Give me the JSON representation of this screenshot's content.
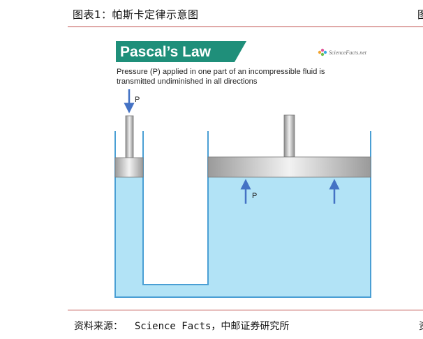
{
  "caption": "图表1：帕斯卡定律示意图",
  "source": "资料来源：  Science Facts，中邮证券研究所",
  "edge_glyph_top": "图",
  "edge_glyph_bottom": "资",
  "figure": {
    "title": "Pascal’s Law",
    "brand": "ScienceFacts.net",
    "description_line1": "Pressure (P) applied in one part of an incompressible fluid is",
    "description_line2": "transmitted undiminished in all directions",
    "pressure_label_small": "P",
    "pressure_label_large": "P"
  },
  "colors": {
    "title_banner": "#1f8f7a",
    "fluid": "#b2e3f6",
    "container_outline": "#4a9fd4",
    "arrow": "#4472c4",
    "rule": "#c0504d",
    "piston": "#c8c8c8"
  }
}
